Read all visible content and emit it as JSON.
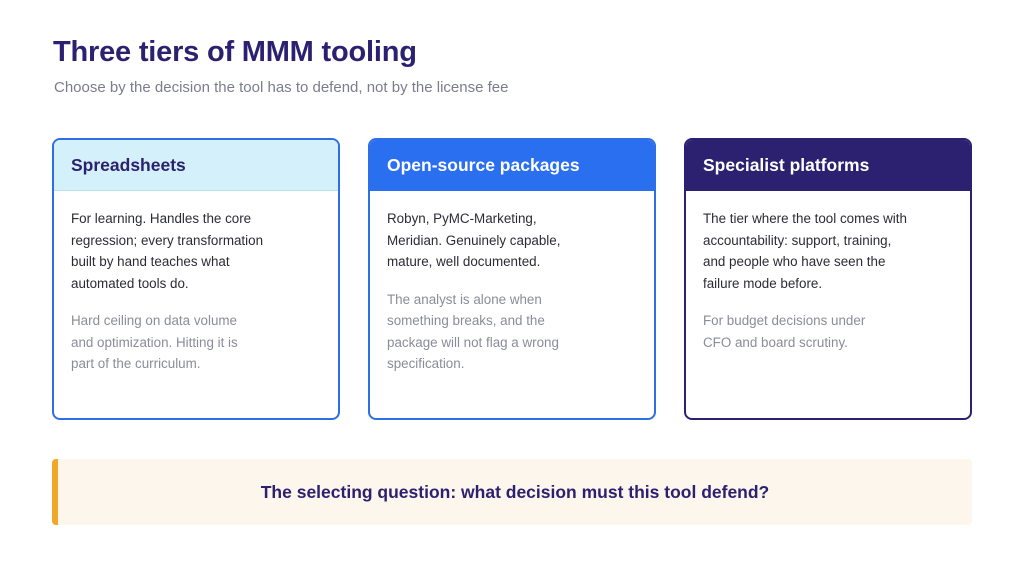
{
  "title": "Three tiers of MMM tooling",
  "subtitle": "Choose by the decision the tool has to defend, not by the license fee",
  "cards": [
    {
      "heading": "Spreadsheets",
      "primary": "For learning. Handles the core regression; every transformation built by hand teaches what automated tools do.",
      "secondary": "Hard ceiling on data volume and optimization. Hitting it is part of the curriculum."
    },
    {
      "heading": "Open-source packages",
      "primary": "Robyn, PyMC-Marketing, Meridian. Genuinely capable, mature, well documented.",
      "secondary": "The analyst is alone when something breaks, and the package will not flag a wrong specification."
    },
    {
      "heading": "Specialist platforms",
      "primary": "The tier where the tool comes with accountability: support, training, and people who have seen the failure mode before.",
      "secondary": "For budget decisions under CFO and board scrutiny."
    }
  ],
  "callout": "The selecting question: what decision must this tool defend?",
  "colors": {
    "navy": "#2c2170",
    "blue": "#2a6ff0",
    "light_blue": "#d4f1fb",
    "accent_orange": "#f0a82a",
    "callout_bg": "#fdf6ec"
  }
}
